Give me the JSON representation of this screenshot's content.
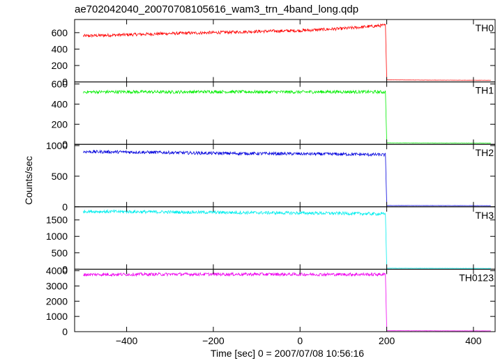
{
  "figure": {
    "title": "ae702042040_20070708105616_wam3_trn_4band_long.qdp",
    "ylabel": "Counts/sec",
    "xlabel": "Time [sec] 0 = 2007/07/08 10:56:16"
  },
  "chart_data": {
    "type": "line",
    "shared_x": {
      "label": "Time [sec] 0 = 2007/07/08 10:56:16",
      "lim": [
        -520,
        450
      ],
      "ticks": [
        -400,
        -200,
        0,
        200,
        400
      ]
    },
    "drop_time": 198,
    "panels": [
      {
        "name": "TH0",
        "color": "#ff0000",
        "ylim": [
          0,
          760
        ],
        "yticks": [
          0,
          200,
          400,
          600
        ],
        "series": {
          "x": [
            -500,
            -400,
            -300,
            -200,
            -100,
            0,
            100,
            197,
            200,
            300,
            440
          ],
          "values": [
            560,
            575,
            590,
            600,
            615,
            625,
            650,
            690,
            25,
            22,
            20
          ]
        }
      },
      {
        "name": "TH1",
        "color": "#00ee00",
        "ylim": [
          0,
          620
        ],
        "yticks": [
          0,
          200,
          400,
          600
        ],
        "series": {
          "x": [
            -500,
            -400,
            -300,
            -200,
            -100,
            0,
            100,
            197,
            200,
            300,
            440
          ],
          "values": [
            520,
            522,
            520,
            523,
            521,
            520,
            522,
            520,
            15,
            14,
            13
          ]
        }
      },
      {
        "name": "TH2",
        "color": "#0000dd",
        "ylim": [
          0,
          1020
        ],
        "yticks": [
          0,
          500,
          1000
        ],
        "series": {
          "x": [
            -500,
            -400,
            -300,
            -200,
            -100,
            0,
            100,
            197,
            200,
            300,
            440
          ],
          "values": [
            900,
            895,
            885,
            875,
            870,
            865,
            860,
            850,
            20,
            20,
            18
          ]
        }
      },
      {
        "name": "TH3",
        "color": "#00eeee",
        "ylim": [
          0,
          1900
        ],
        "yticks": [
          0,
          500,
          1000,
          1500
        ],
        "series": {
          "x": [
            -500,
            -400,
            -300,
            -200,
            -100,
            0,
            100,
            197,
            200,
            300,
            440
          ],
          "values": [
            1760,
            1750,
            1740,
            1730,
            1720,
            1710,
            1700,
            1680,
            30,
            28,
            25
          ]
        }
      },
      {
        "name": "TH0123",
        "color": "#ee00ee",
        "ylim": [
          0,
          4100
        ],
        "yticks": [
          0,
          1000,
          2000,
          3000,
          4000
        ],
        "series": {
          "x": [
            -500,
            -400,
            -300,
            -200,
            -100,
            0,
            100,
            197,
            200,
            300,
            440
          ],
          "values": [
            3750,
            3760,
            3770,
            3770,
            3770,
            3760,
            3760,
            3760,
            60,
            55,
            50
          ]
        }
      }
    ]
  }
}
